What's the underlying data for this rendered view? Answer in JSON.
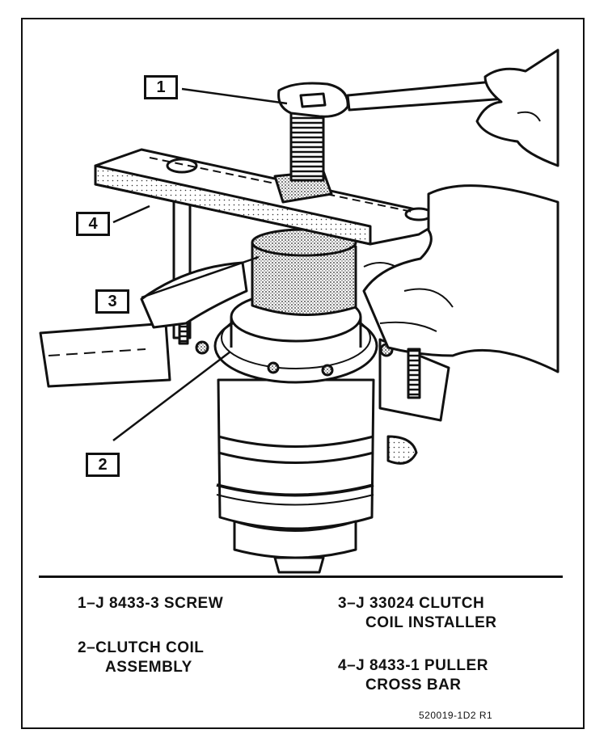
{
  "callouts": [
    {
      "id": "1"
    },
    {
      "id": "2"
    },
    {
      "id": "3"
    },
    {
      "id": "4"
    }
  ],
  "legend": [
    {
      "line1": "1–J 8433-3 SCREW",
      "line2": ""
    },
    {
      "line1": "2–CLUTCH COIL",
      "line2": "ASSEMBLY"
    },
    {
      "line1": "3–J 33024 CLUTCH",
      "line2": "COIL INSTALLER"
    },
    {
      "line1": "4–J 8433-1 PULLER",
      "line2": "CROSS BAR"
    }
  ],
  "figure_code": "520019-1D2  R1"
}
